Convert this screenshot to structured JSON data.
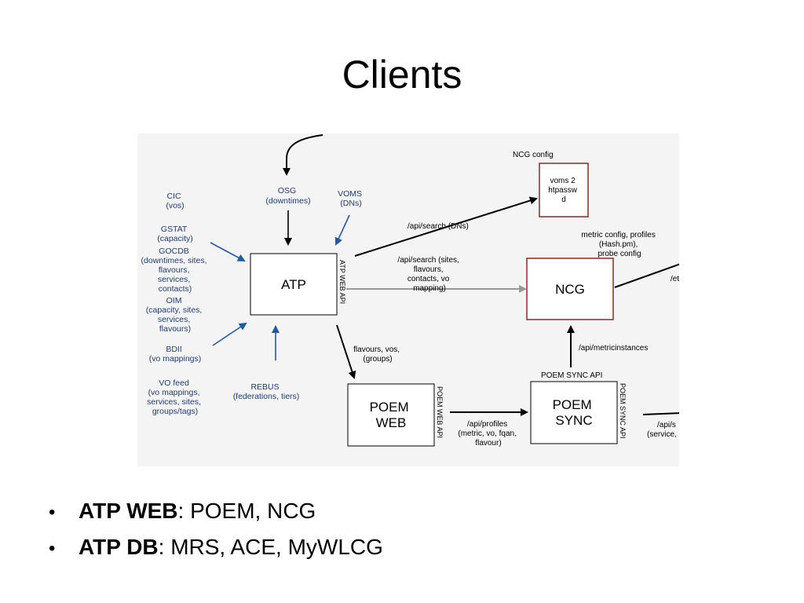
{
  "slide": {
    "title": "Clients"
  },
  "diagram": {
    "sources": {
      "cic": [
        "CIC",
        "(vos)"
      ],
      "gstat": [
        "GSTAT",
        "(capacity)"
      ],
      "gocdb": [
        "GOCDB",
        "(downtimes, sites,",
        "flavours,",
        "services,",
        "contacts)"
      ],
      "oim": [
        "OIM",
        "(capacity, sites,",
        "services,",
        "flavours)"
      ],
      "bdii": [
        "BDII",
        "(vo mappings)"
      ],
      "vofeed": [
        "VO feed",
        "(vo mappings,",
        "services, sites,",
        "groups/tags)"
      ],
      "osg": [
        "OSG",
        "(downtimes)"
      ],
      "voms": [
        "VOMS",
        "(DNs)"
      ],
      "rebus": [
        "REBUS",
        "(federations, tiers)"
      ]
    },
    "boxes": {
      "atp": "ATP",
      "atp_api": "ATP WEB API",
      "ncg": "NCG",
      "voms2": [
        "voms 2",
        "htpassw",
        "d"
      ],
      "poem_web": [
        "POEM",
        "WEB"
      ],
      "poem_web_api": "POEM WEB API",
      "poem_sync": [
        "POEM",
        "SYNC"
      ],
      "poem_sync_api": "POEM SYNC API",
      "poem_sync_label": "POEM SYNC API"
    },
    "labels": {
      "ncg_config": "NCG config",
      "api_search_dns": "/api/search (DNs)",
      "api_search_sites": [
        "/api/search (sites,",
        "flavours,",
        "contacts, vo",
        "mapping)"
      ],
      "metric_config": [
        "metric config, profiles",
        "(Hash.pm),",
        "probe config"
      ],
      "flavours_vos": [
        "flavours, vos,",
        "(groups)"
      ],
      "api_metricinstances": "/api/metricinstances",
      "api_profiles": [
        "/api/profiles",
        "(metric, vo, fqan,",
        "flavour)"
      ],
      "etc_cut": "/etc",
      "api_s_cut": [
        "/api/s",
        "(service,"
      ]
    }
  },
  "bullets": [
    {
      "bold": "ATP WEB",
      "rest": ": POEM, NCG"
    },
    {
      "bold": "ATP DB",
      "rest": ": MRS, ACE, MyWLCG"
    }
  ]
}
